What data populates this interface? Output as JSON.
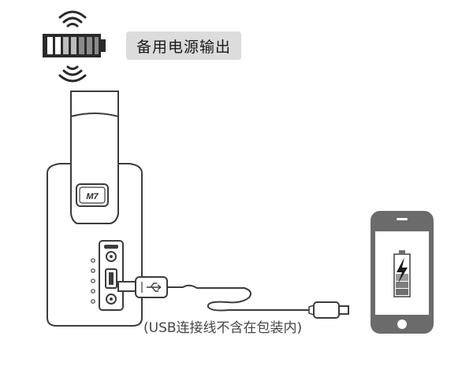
{
  "backup_power_label": "备用电源输出",
  "cable_caption": "(USB连接线不含在包装内)",
  "brand_mark": "M7",
  "colors": {
    "outline": "#3c3c3c",
    "label_bg": "#dcdcdc",
    "phone_body": "#6b6b6b",
    "phone_screen": "#ffffff",
    "battery_dark": "#6e6e6e"
  },
  "icons": [
    "wifi-signal-icon",
    "battery-icon",
    "lightning-bolt-icon"
  ]
}
